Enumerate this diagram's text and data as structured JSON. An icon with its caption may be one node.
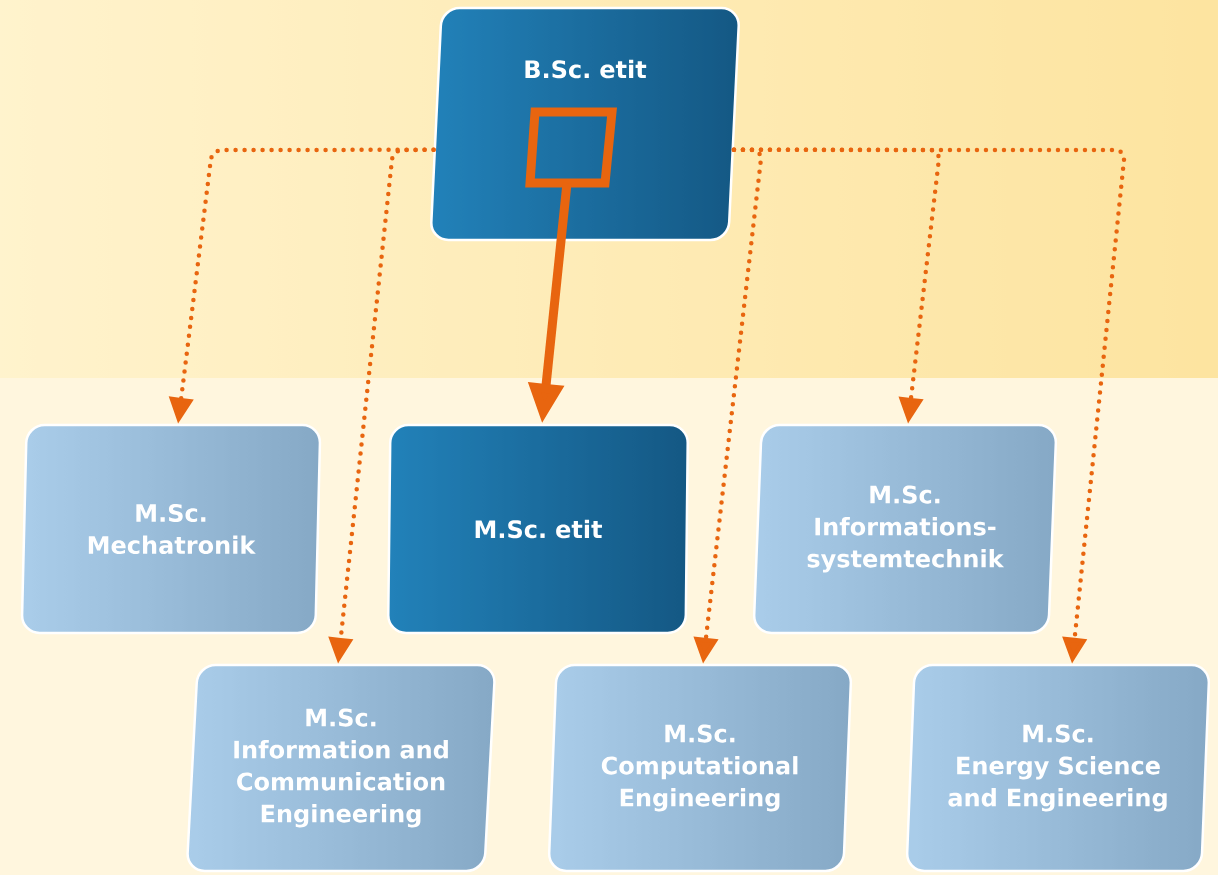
{
  "diagram": {
    "nodes": [
      {
        "text": [
          "B.Sc. etit"
        ]
      },
      {
        "text": [
          "M.Sc.",
          "Mechatronik"
        ]
      },
      {
        "text": [
          "M.Sc. etit"
        ]
      },
      {
        "text": [
          "M.Sc.",
          "Informations-systemtechnik"
        ]
      },
      {
        "text": [
          "M.Sc.",
          "Information and Communication Engineering"
        ]
      },
      {
        "text": [
          "M.Sc.",
          "Computational Engineering"
        ]
      },
      {
        "text": [
          "M.Sc.",
          "Energy Science and Engineering"
        ]
      }
    ],
    "edges": [
      {
        "from": 0,
        "to": 1,
        "arrow": "to",
        "style": "dashed"
      },
      {
        "from": 0,
        "to": 4,
        "arrow": "to",
        "style": "dashed"
      },
      {
        "from": 0,
        "to": 2,
        "arrow": "to",
        "style": "thick"
      },
      {
        "from": 0,
        "to": 5,
        "arrow": "to",
        "style": "dashed"
      },
      {
        "from": 0,
        "to": 3,
        "arrow": "to",
        "style": "dashed"
      },
      {
        "from": 0,
        "to": 6,
        "arrow": "to",
        "style": "dashed"
      }
    ]
  }
}
